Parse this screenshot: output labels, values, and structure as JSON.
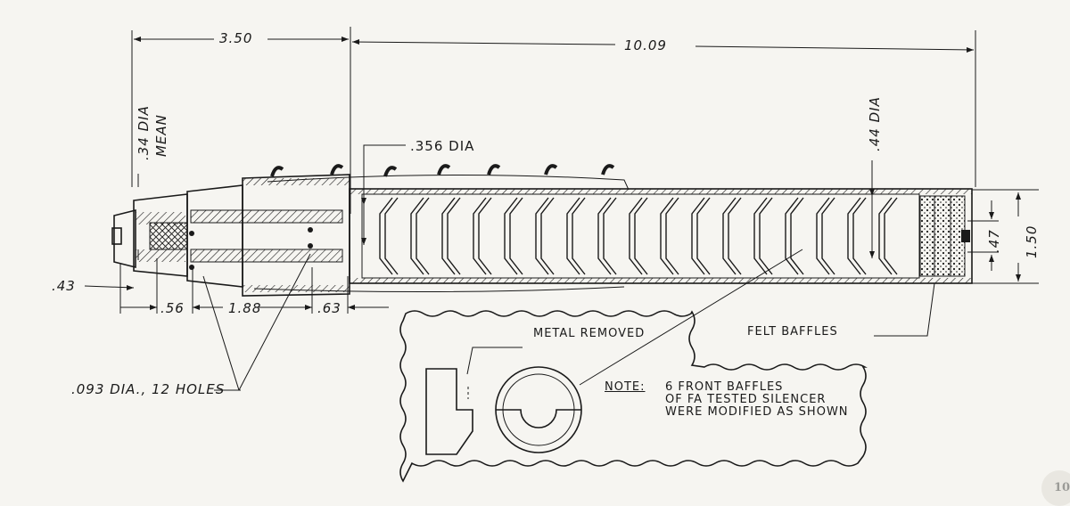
{
  "dimensions": {
    "overall_length": "10.09",
    "rear_length": "3.50",
    "rear_dia": ".34 DIA",
    "rear_dia_note": "MEAN",
    "bore_dia": ".356 DIA",
    "front_bore_dia": ".44 DIA",
    "front_height": ".47",
    "overall_height": "1.50",
    "d_043": ".43",
    "d_056": ".56",
    "d_188": "1.88",
    "d_063": ".63"
  },
  "callouts": {
    "holes": ".093 DIA., 12 HOLES",
    "felt_baffles": "FELT BAFFLES",
    "metal_removed": "METAL REMOVED"
  },
  "note": {
    "label": "NOTE:",
    "line1": "6 FRONT BAFFLES",
    "line2": "OF FA TESTED SILENCER",
    "line3": "WERE MODIFIED AS SHOWN"
  },
  "page_number": "10"
}
